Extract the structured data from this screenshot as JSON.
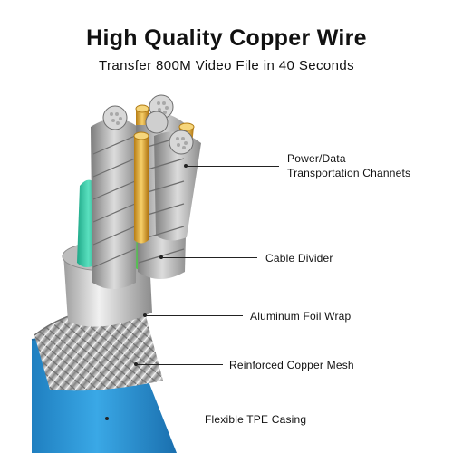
{
  "header": {
    "title": "High Quality Copper Wire",
    "subtitle": "Transfer 800M Video File in 40 Seconds"
  },
  "callouts": {
    "power_data_line1": "Power/Data",
    "power_data_line2": "Transportation Channets",
    "cable_divider": "Cable Divider",
    "aluminum_foil": "Aluminum Foil Wrap",
    "copper_mesh": "Reinforced Copper Mesh",
    "tpe_casing": "Flexible TPE Casing"
  },
  "colors": {
    "casing_blue": "#2e9ad8",
    "mesh_silver": "#b9b9b9",
    "foil_silver": "#c8c8c8",
    "divider_green": "#59d85a",
    "divider_teal": "#2fc9a0",
    "strand_silver": "#a9a9a9",
    "core_gold": "#d9a52a"
  }
}
